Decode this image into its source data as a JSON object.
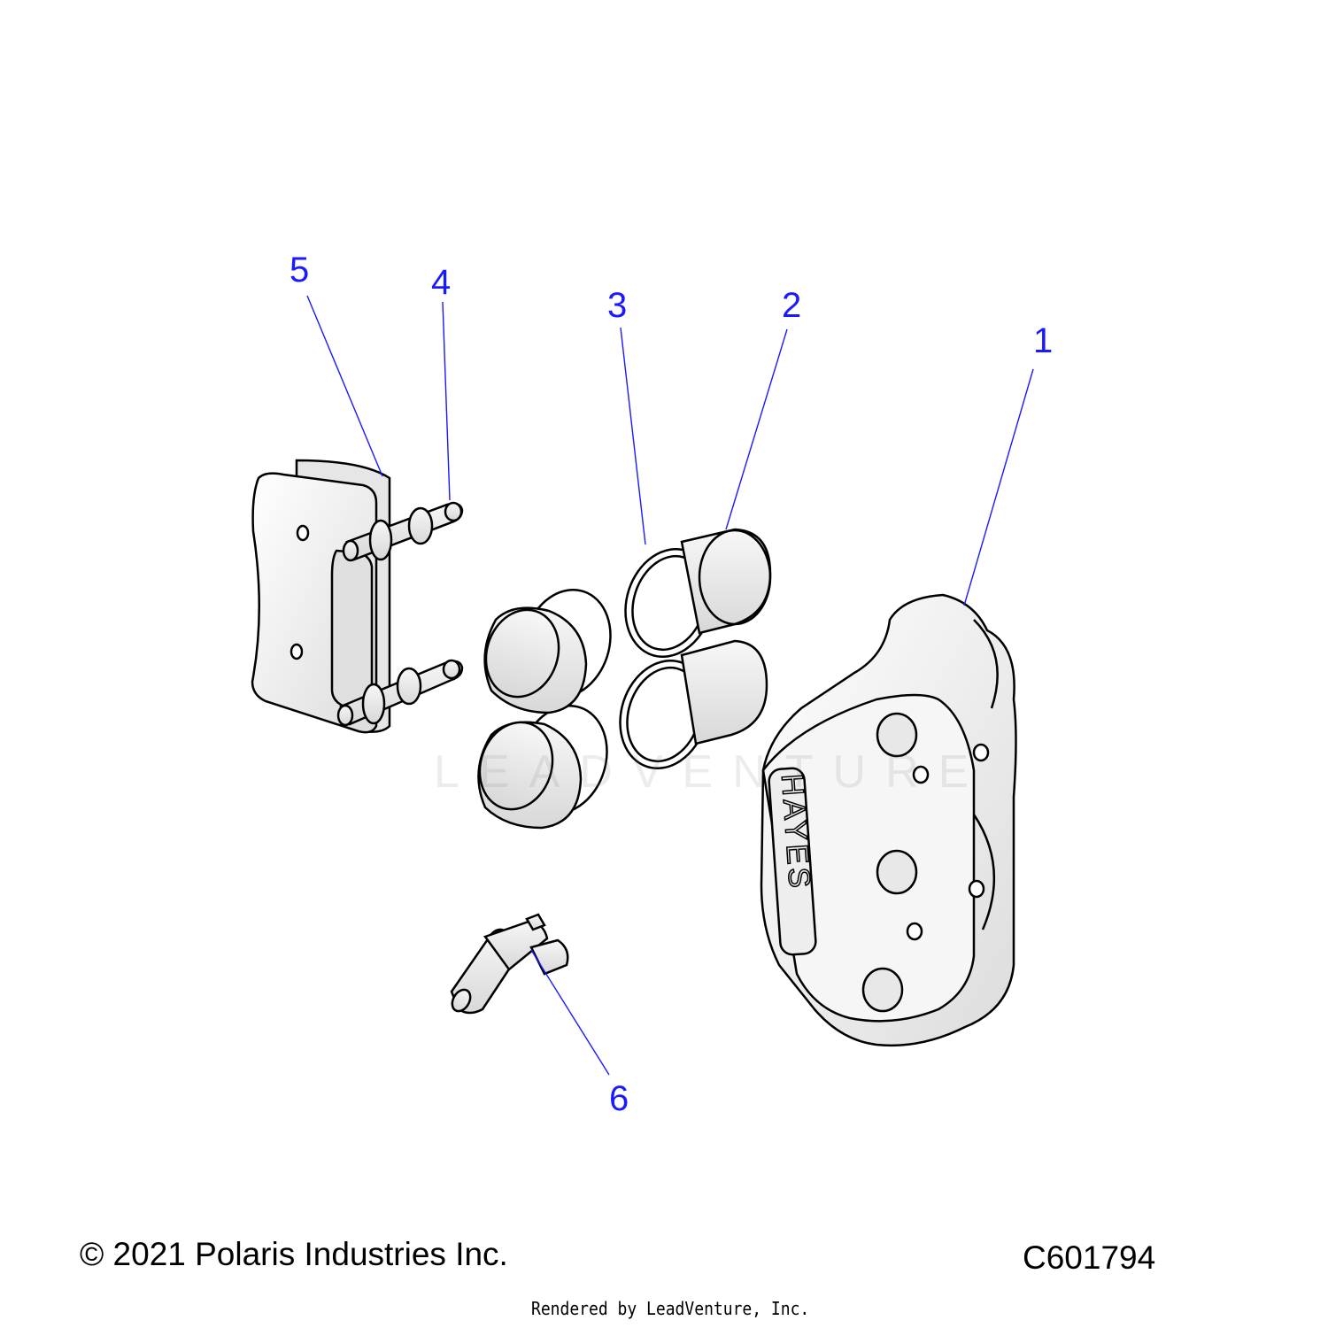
{
  "callouts": [
    {
      "num": "1"
    },
    {
      "num": "2"
    },
    {
      "num": "3"
    },
    {
      "num": "4"
    },
    {
      "num": "5"
    },
    {
      "num": "6"
    }
  ],
  "caliper_brand": "HAYES",
  "watermark": "LEADVENTURE",
  "footer": {
    "copyright": "© 2021 Polaris Industries Inc.",
    "code": "C601794",
    "render_credit": "Rendered by LeadVenture, Inc."
  },
  "colors": {
    "callout": "#1a1aff",
    "leader": "#1a1aff",
    "part_fill": "#f2f2f2",
    "outline": "#000000"
  }
}
